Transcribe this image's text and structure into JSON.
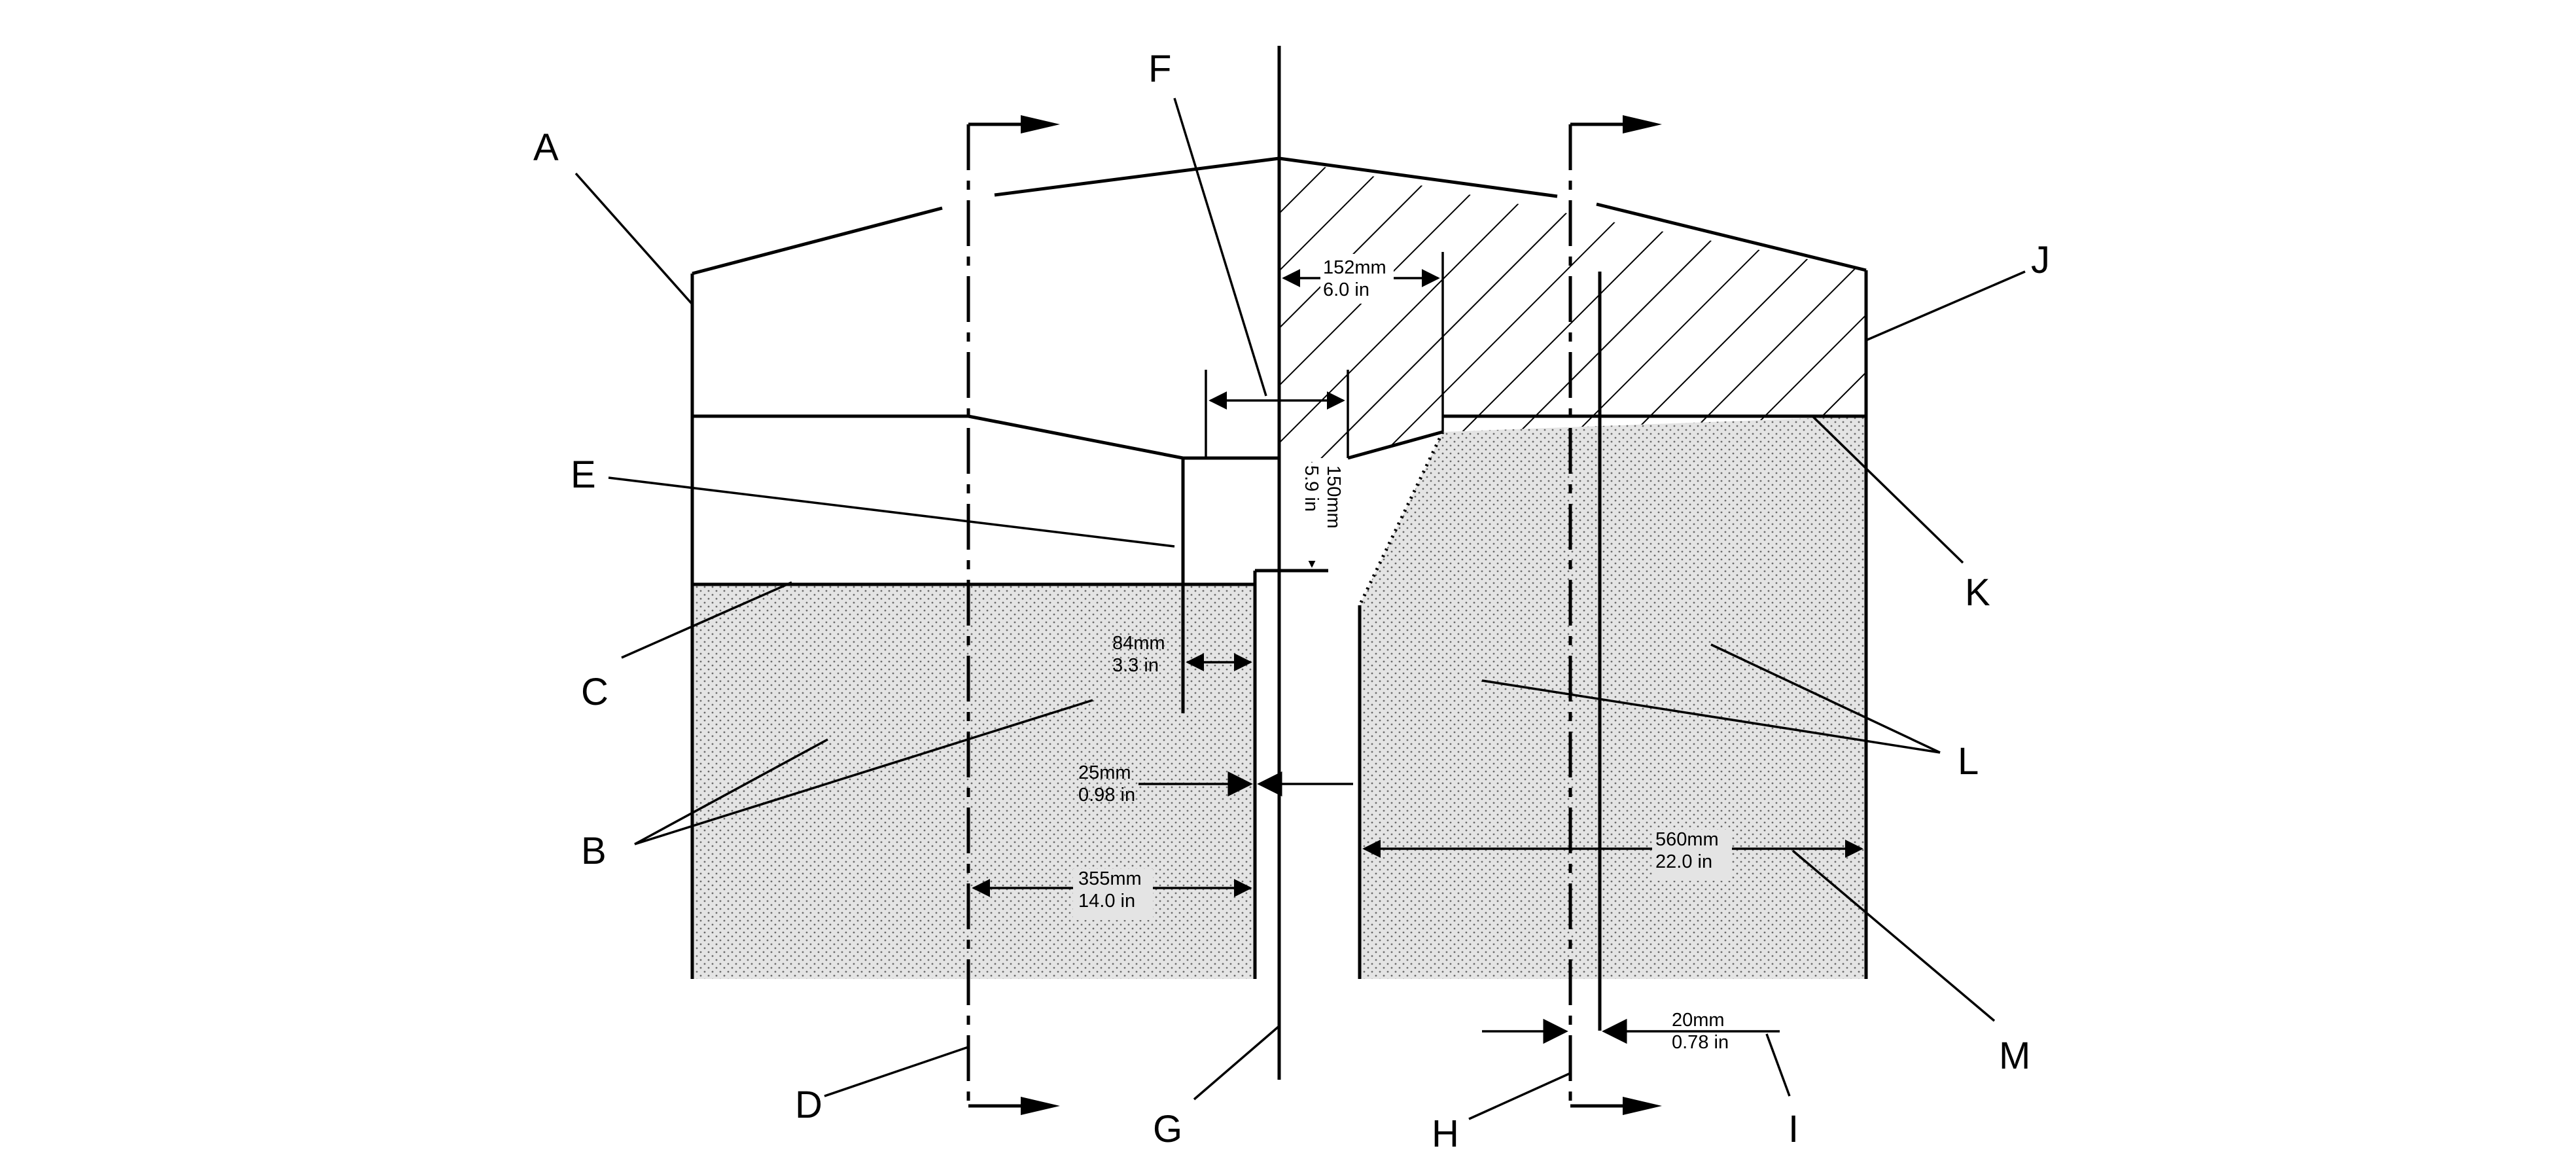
{
  "callouts": {
    "A": "A",
    "B": "B",
    "C": "C",
    "D": "D",
    "E": "E",
    "F": "F",
    "G": "G",
    "H": "H",
    "I": "I",
    "J": "J",
    "K": "K",
    "L": "L",
    "M": "M"
  },
  "dimensions": {
    "d152": {
      "mm": "152mm",
      "in": "6.0 in"
    },
    "d150": {
      "mm": "150mm",
      "in": "5.9 in"
    },
    "d84": {
      "mm": "84mm",
      "in": "3.3 in"
    },
    "d25": {
      "mm": "25mm",
      "in": "0.98 in"
    },
    "d355": {
      "mm": "355mm",
      "in": "14.0 in"
    },
    "d560": {
      "mm": "560mm",
      "in": "22.0 in"
    },
    "d20": {
      "mm": "20mm",
      "in": "0.78 in"
    }
  },
  "colors": {
    "line": "#000000",
    "fill_stipple": "#dcdcdc",
    "background": "#ffffff"
  }
}
